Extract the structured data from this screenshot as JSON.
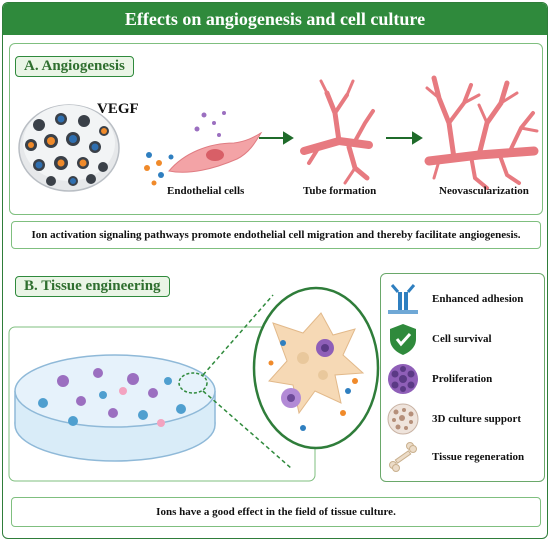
{
  "title": "Effects on angiogenesis and cell culture",
  "section_a": {
    "label": "A. Angiogenesis",
    "vegf": "VEGF",
    "captions": [
      "Endothelial cells",
      "Tube formation",
      "Neovascularization"
    ],
    "note": "Ion activation signaling pathways promote endothelial cell migration and thereby facilitate angiogenesis."
  },
  "section_b": {
    "label": "B. Tissue engineering",
    "legend": [
      {
        "label": "Enhanced adhesion",
        "icon": "adhesion-receptor-icon"
      },
      {
        "label": "Cell survival",
        "icon": "shield-check-icon"
      },
      {
        "label": "Proliferation",
        "icon": "cell-cluster-icon"
      },
      {
        "label": "3D culture support",
        "icon": "porous-sphere-icon"
      },
      {
        "label": "Tissue regeneration",
        "icon": "bone-icon"
      }
    ],
    "note": "Ions have a good effect in the field of tissue culture."
  },
  "colors": {
    "frame_green": "#2f8a3c",
    "vessel_pink": "#ef8a8f",
    "ion_blue": "#2f7fc0",
    "ion_orange": "#f08a2a",
    "cell_purple": "#9b6fc0",
    "cell_blue": "#4f9fcf"
  }
}
